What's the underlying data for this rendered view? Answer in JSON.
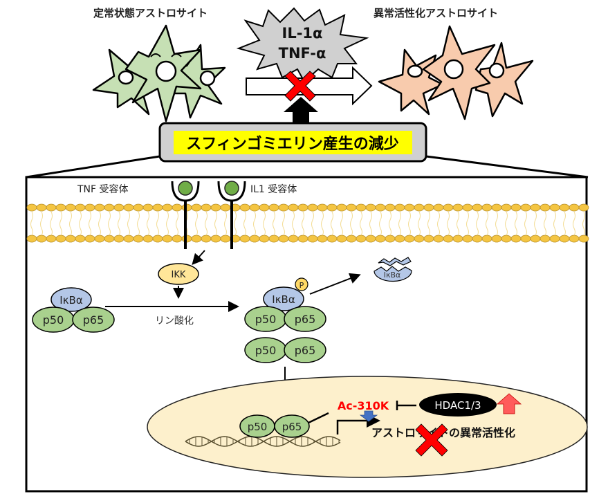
{
  "top": {
    "normal_label": "定常状態アストロサイト",
    "activated_label": "異常活性化アストロサイト",
    "cytokine_line1": "IL-1α",
    "cytokine_line2": "TNF-α",
    "banner": "スフィンゴミエリン産生の減少"
  },
  "membrane": {
    "tnf_receptor_label": "TNF 受容体",
    "il1_receptor_label": "IL1 受容体"
  },
  "pathway": {
    "ikk": "IKK",
    "ikba": "IκBα",
    "p50": "p50",
    "p65": "p65",
    "phosphorylation": "リン酸化",
    "phospho_mark": "P",
    "degraded_ikba": "IκBα"
  },
  "nucleus": {
    "acetyl_site": "Ac-310K",
    "hdac": "HDAC1/3",
    "outcome": "アストロサイトの異常活性化"
  },
  "colors": {
    "normal_astro": "#c6e0b4",
    "activated_astro": "#f8cbad",
    "cytokine": "#d0d0d0",
    "banner_fill": "#d0d0d0",
    "banner_highlight": "#ffff00",
    "lipid_head": "#f4c542",
    "receptor_ligand": "#70ad47",
    "ikk": "#ffe699",
    "ikba": "#b4c7e7",
    "nfkb": "#a9d18e",
    "nucleus": "#fdf0cc",
    "block_x": "#ff0000",
    "acetyl_text": "#ff0000",
    "up_arrow": "#ff5b5b",
    "down_arrow": "#4472c4"
  }
}
